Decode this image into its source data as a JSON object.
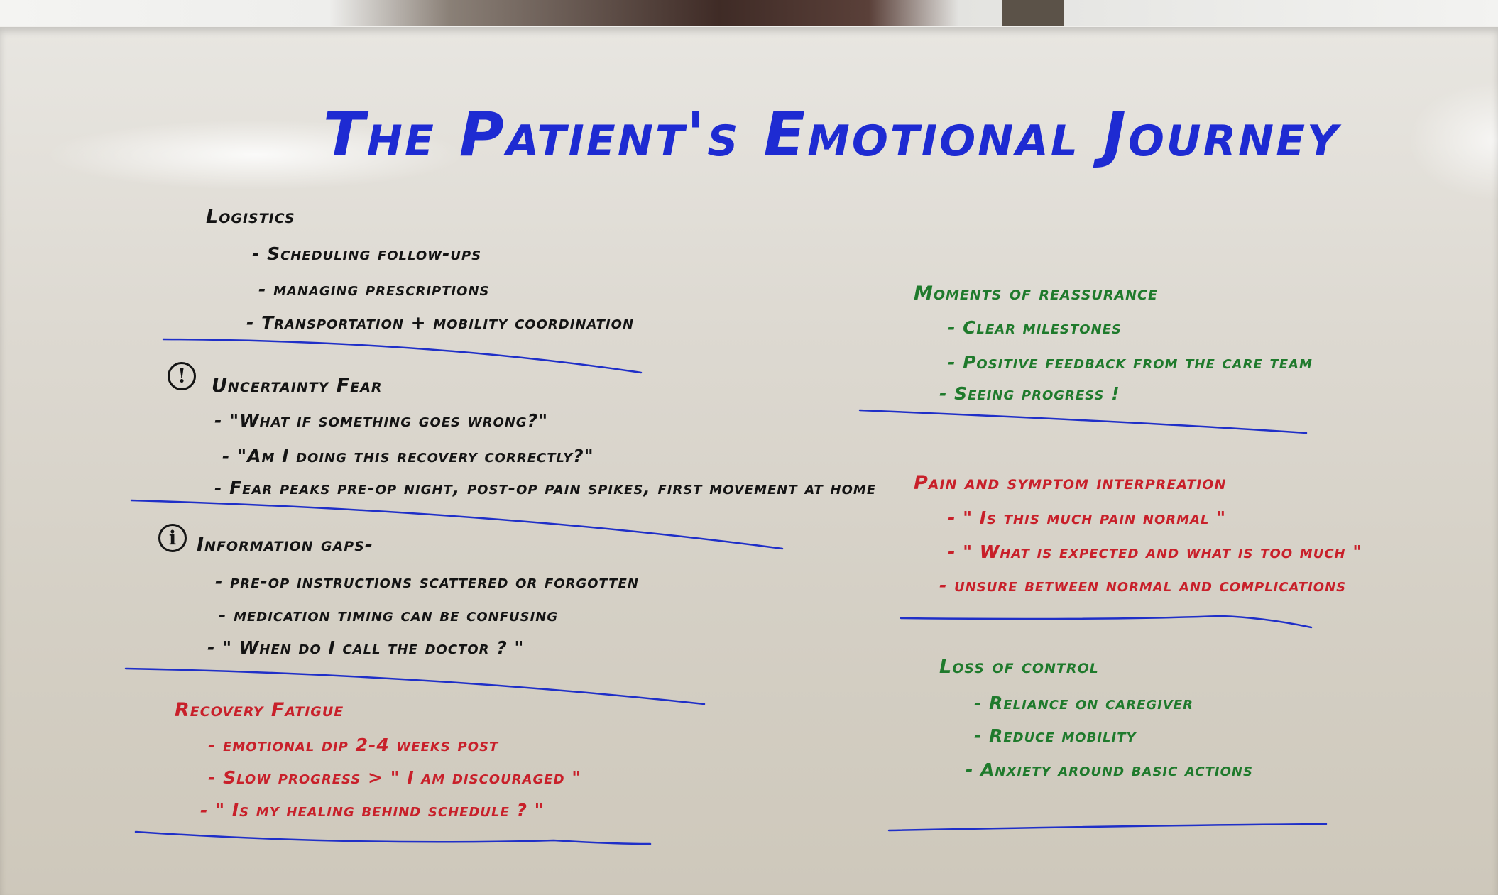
{
  "board": {
    "title": "The Patient's Emotional Journey",
    "colors": {
      "blue": "#1f2fc8",
      "black": "#141414",
      "red": "#c8202a",
      "green": "#1f7a2c"
    },
    "left_column": {
      "logistics": {
        "heading": "Logistics",
        "items": [
          "- Scheduling follow-ups",
          "- managing prescriptions",
          "- Transportation + mobility coordination"
        ]
      },
      "uncertainty": {
        "icon": "exclamation-circle-icon",
        "icon_glyph": "!",
        "heading": "Uncertainty  Fear",
        "items": [
          "- \"What if something goes wrong?\"",
          "- \"Am I doing this recovery correctly?\"",
          "- Fear peaks pre-op night, post-op pain spikes, first movement at home"
        ]
      },
      "information": {
        "icon": "info-circle-icon",
        "icon_glyph": "i",
        "heading": "Information gaps-",
        "items": [
          "- pre-op instructions scattered or forgotten",
          "- medication timing can be confusing",
          "- \" When do I call the doctor ? \""
        ]
      },
      "fatigue": {
        "heading": "Recovery Fatigue",
        "items": [
          "- emotional dip 2-4 weeks post",
          "- Slow progress > \" I am discouraged \"",
          "- \" Is my healing behind schedule ? \""
        ]
      }
    },
    "right_column": {
      "reassurance": {
        "heading": "Moments of reassurance",
        "items": [
          "- Clear milestones",
          "- Positive feedback from the care team",
          "- Seeing progress !"
        ]
      },
      "pain": {
        "heading": "Pain and symptom interpreation",
        "items": [
          "- \" Is this much pain normal \"",
          "- \" What is expected and what is too much \"",
          "- unsure between normal and complications"
        ]
      },
      "control": {
        "heading": "Loss of control",
        "items": [
          "- Reliance on caregiver",
          "- Reduce mobility",
          "- Anxiety around basic actions"
        ]
      }
    }
  }
}
